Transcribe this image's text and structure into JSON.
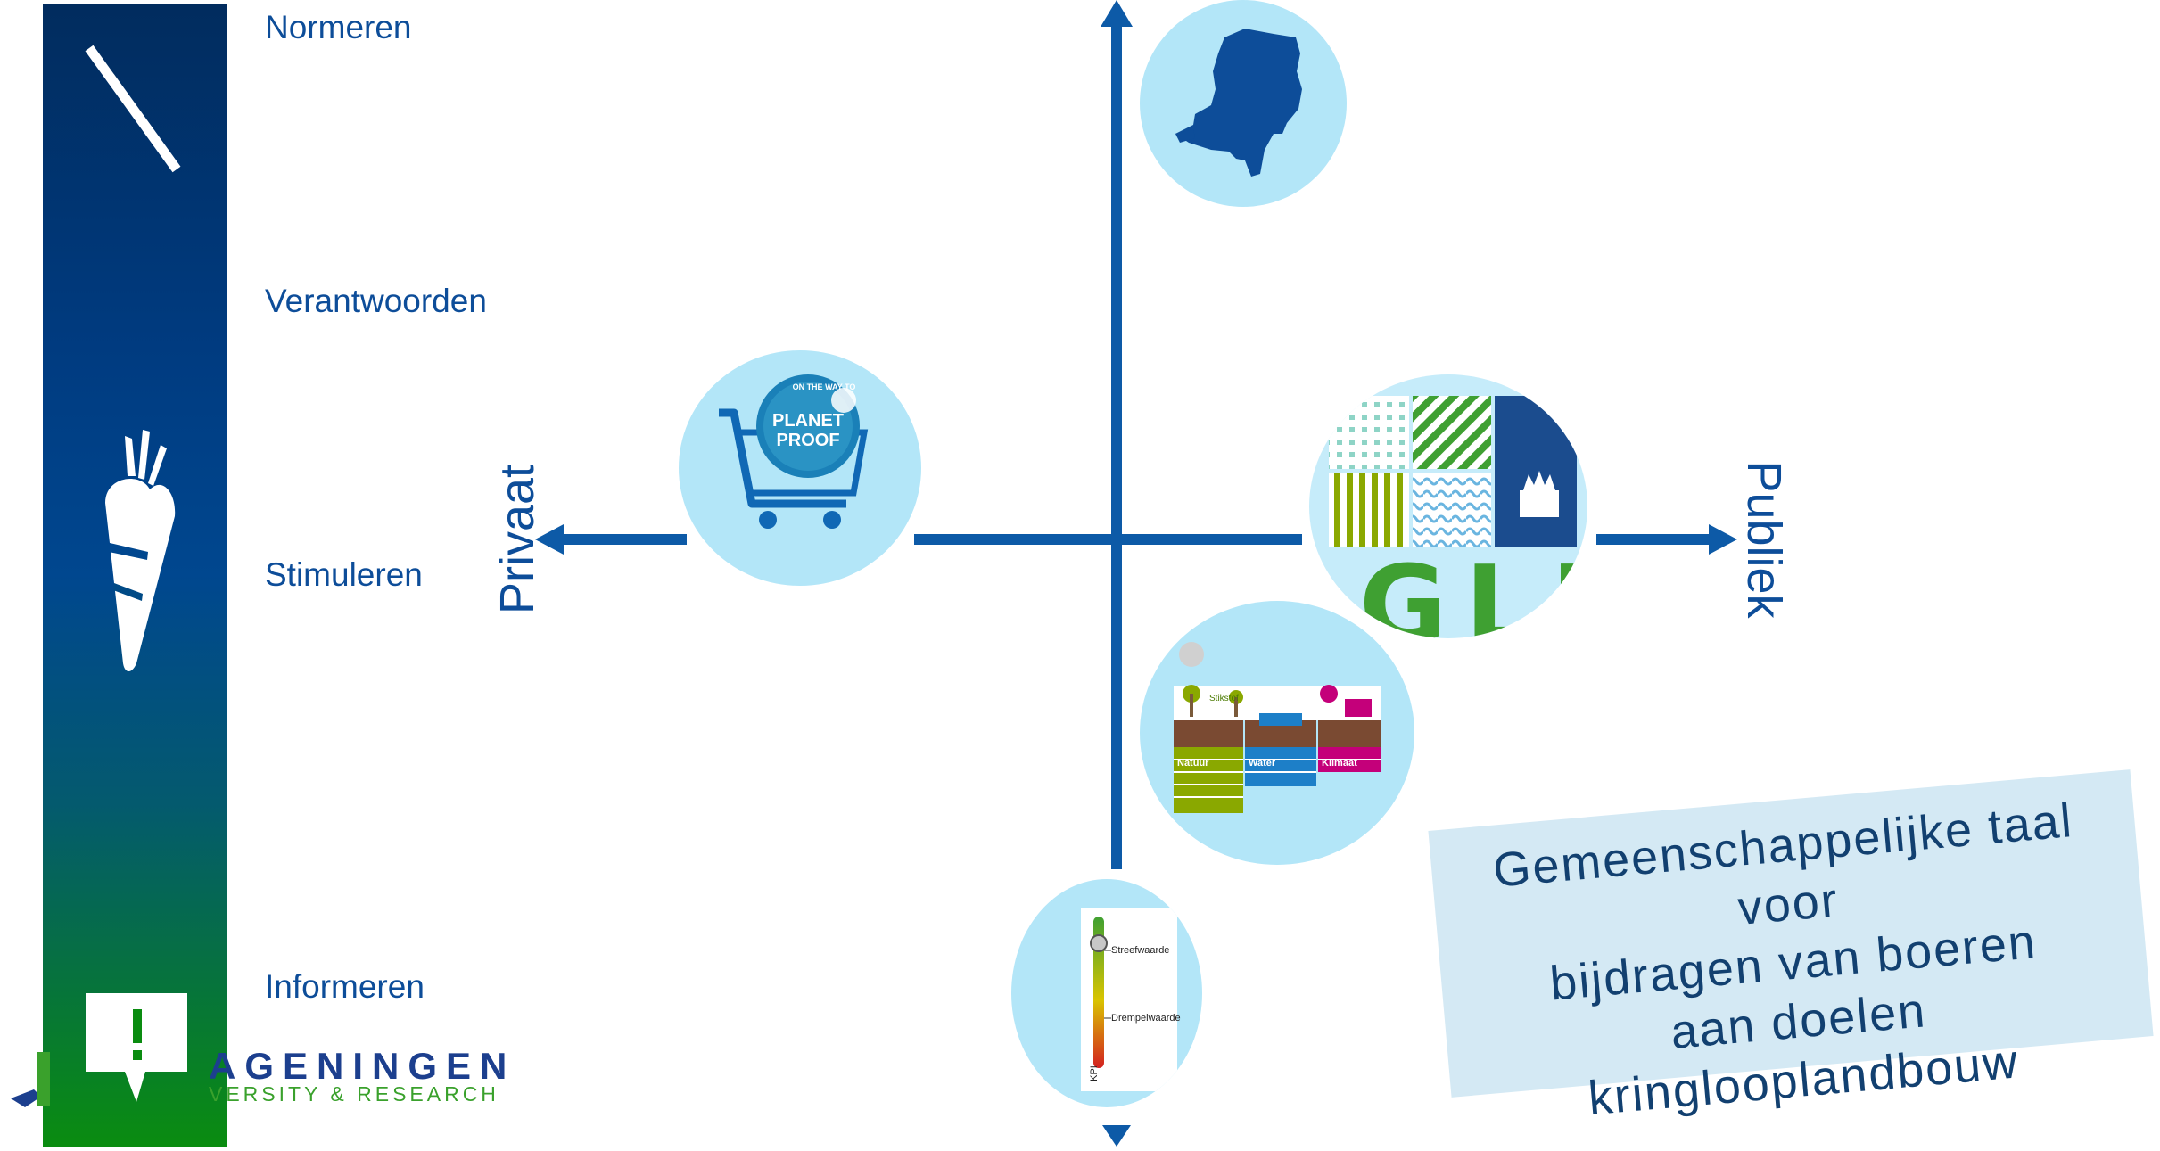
{
  "levels": {
    "normeren": "Normeren",
    "verantwoorden": "Verantwoorden",
    "stimuleren": "Stimuleren",
    "informeren": "Informeren"
  },
  "axes": {
    "left": "Privaat",
    "right": "Publiek"
  },
  "planet_proof": {
    "top_text": "ON THE WAY TO",
    "line1": "PLANET",
    "line2": "PROOF"
  },
  "glb": {
    "text": "GLB"
  },
  "diagram_circle": {
    "stikstof": "Stikstof",
    "natuur": "Natuur",
    "water": "Water",
    "klimaat": "Klimaat"
  },
  "kpi": {
    "streefwaarde": "Streefwaarde",
    "drempelwaarde": "Drempelwaarde",
    "kpi_label": "KPI"
  },
  "callout": {
    "lines": [
      "Gemeenschappelijke taal",
      "voor",
      "bijdragen van boeren",
      "aan doelen",
      "kringlooplandbouw"
    ]
  },
  "logo": {
    "line1": "AGENINGEN",
    "line2": "VERSITY & RESEARCH"
  },
  "colors": {
    "axis": "#0d5aa7",
    "label": "#0d4d99",
    "circle": "#b3e6f8",
    "callout_bg": "#d4e9f4",
    "callout_text": "#124070"
  },
  "icons": [
    "slash-icon",
    "carrot-icon",
    "speech-bubble-alert-icon",
    "netherlands-map-icon",
    "shopping-cart-icon",
    "crown-icon"
  ]
}
